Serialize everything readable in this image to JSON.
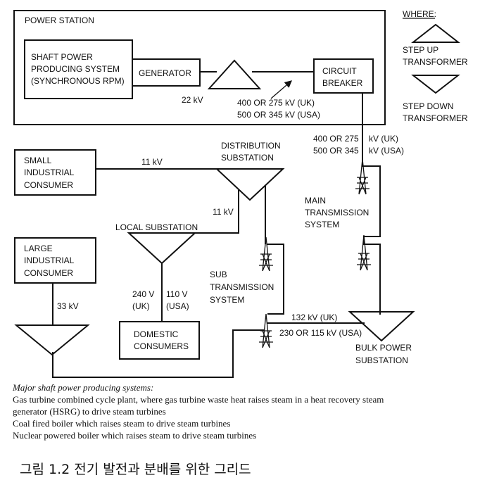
{
  "diagram": {
    "legend": {
      "title": "WHERE:",
      "step_up_1": "STEP UP",
      "step_up_2": "TRANSFORMER",
      "step_down_1": "STEP DOWN",
      "step_down_2": "TRANSFORMER"
    },
    "power_station": {
      "title": "POWER STATION",
      "shaft_1": "SHAFT POWER",
      "shaft_2": "PRODUCING SYSTEM",
      "shaft_3": "(SYNCHRONOUS RPM)",
      "generator": "GENERATOR",
      "breaker_1": "CIRCUIT",
      "breaker_2": "BREAKER",
      "v_gen": "22 kV",
      "v_uk": "400 OR 275 kV (UK)",
      "v_usa": "500 OR 345 kV (USA)"
    },
    "trans_voltage": {
      "a1": "400 OR 275",
      "a2": "kV (UK)",
      "b1": "500 OR 345",
      "b2": "kV (USA)"
    },
    "small_consumer": {
      "l1": "SMALL",
      "l2": "INDUSTRIAL",
      "l3": "CONSUMER"
    },
    "v_11_top": "11 kV",
    "distribution": {
      "l1": "DISTRIBUTION",
      "l2": "SUBSTATION"
    },
    "main_trans": {
      "l1": "MAIN",
      "l2": "TRANSMISSION",
      "l3": "SYSTEM"
    },
    "v_11_mid": "11 kV",
    "local_sub": "LOCAL SUBSTATION",
    "large_consumer": {
      "l1": "LARGE",
      "l2": "INDUSTRIAL",
      "l3": "CONSUMER"
    },
    "v_33": "33 kV",
    "domestic_v": {
      "a1": "240 V",
      "a2": "110 V",
      "b1": "(UK)",
      "b2": "(USA)"
    },
    "domestic": {
      "l1": "DOMESTIC",
      "l2": "CONSUMERS"
    },
    "sub_trans": {
      "l1": "SUB",
      "l2": "TRANSMISSION",
      "l3": "SYSTEM"
    },
    "bulk_v_uk": "132 kV (UK)",
    "bulk_v_usa": "230 OR 115 kV (USA)",
    "bulk": {
      "l1": "BULK POWER",
      "l2": "SUBSTATION"
    }
  },
  "notes": {
    "heading": "Major shaft power producing systems:",
    "line1": "Gas turbine combined cycle plant, where gas turbine waste heat raises steam in a heat recovery steam",
    "line2": "generator (HSRG) to drive steam turbines",
    "line3": "Coal fired boiler which raises steam to drive steam turbines",
    "line4": "Nuclear powered boiler which raises steam to drive steam turbines"
  },
  "caption": "그림 1.2 전기 발전과 분배를 위한 그리드"
}
